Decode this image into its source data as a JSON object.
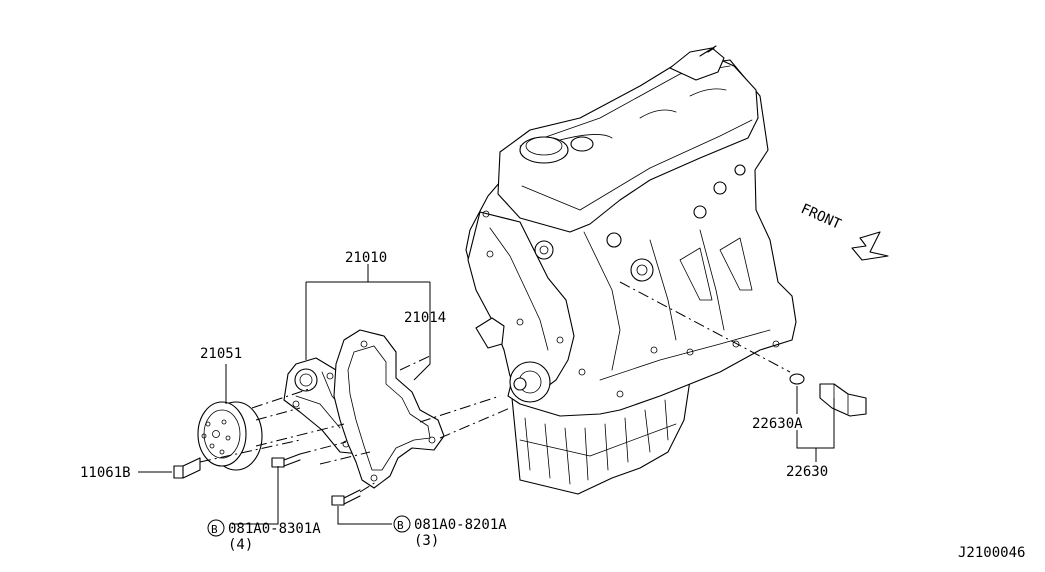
{
  "diagram": {
    "part_labels": {
      "p21010": "21010",
      "p21014": "21014",
      "p21051": "21051",
      "p11061B": "11061B",
      "bolt_a_code": "081A0-8301A",
      "bolt_a_qty": "(4)",
      "bolt_b_code": "081A0-8201A",
      "bolt_b_qty": "(3)",
      "p22630A": "22630A",
      "p22630": "22630",
      "bolt_marker": "B"
    },
    "direction_label": "FRONT",
    "figure_code": "J2100046"
  }
}
